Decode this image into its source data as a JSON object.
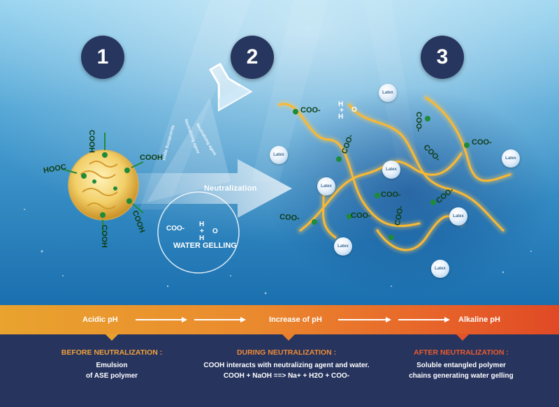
{
  "steps": [
    "1",
    "2",
    "3"
  ],
  "arrow_label": "Neutralization",
  "water_gelling": "WATER GELLING",
  "labels": {
    "cooh": "COOH",
    "hooc": "HOOC",
    "coo_minus": "COO-",
    "h": "H",
    "o": "O",
    "plus": "+",
    "latex": "Latex",
    "neutralizing_agent": "Neutralizing agent"
  },
  "band": {
    "left": "Acidic pH",
    "middle": "Increase of pH",
    "right": "Alkaline pH"
  },
  "columns": [
    {
      "heading": "BEFORE NEUTRALIZATION :",
      "line1": "Emulsion",
      "line2": "of ASE polymer"
    },
    {
      "heading": "DURING NEUTRALIZATION :",
      "line1": "COOH interacts with neutralizing agent and water.",
      "line2": "COOH + NaOH ==> Na+ + H2O + COO-"
    },
    {
      "heading": "AFTER NEUTRALIZATION :",
      "line1": "Soluble entangled polymer",
      "line2": "chains generating water gelling"
    }
  ],
  "colors": {
    "water_top": "#7fc3e6",
    "water_bottom": "#1c75b4",
    "navy": "#26345e",
    "orange": "#ea8a2e",
    "chain": "#f5b02e",
    "carboxyl": "#1f8a3a"
  },
  "icons": [
    "flask-icon",
    "arrow-icon",
    "polymer-particle-icon",
    "latex-bead-icon",
    "polymer-chain-icon"
  ]
}
